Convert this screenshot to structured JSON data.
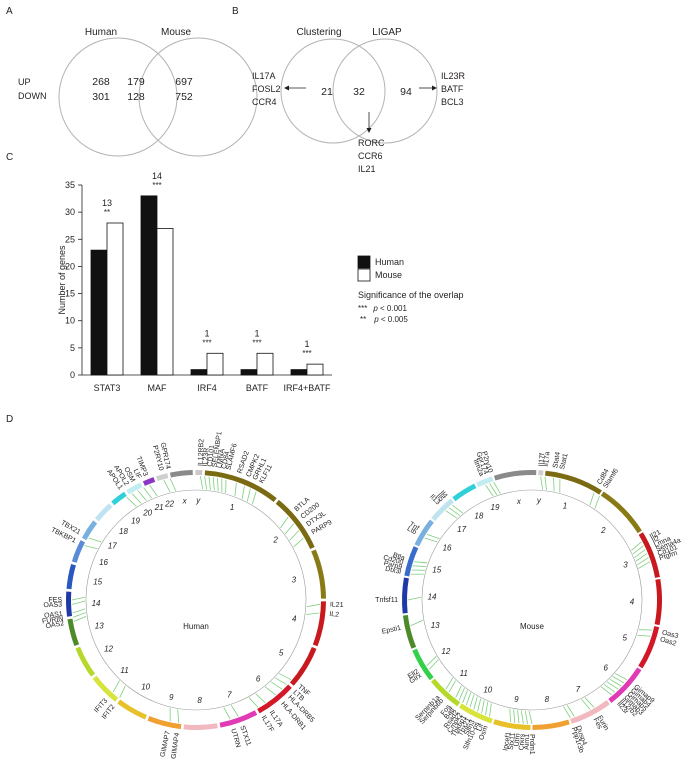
{
  "panel_labels": {
    "a": "A",
    "b": "B",
    "c": "C",
    "d": "D"
  },
  "panel_a": {
    "left_label": "Human",
    "right_label": "Mouse",
    "row_up": "UP",
    "row_down": "DOWN",
    "human_only_up": "268",
    "human_only_down": "301",
    "overlap_up": "179",
    "overlap_down": "128",
    "mouse_only_up": "697",
    "mouse_only_down": "752"
  },
  "panel_b": {
    "left_label": "Clustering",
    "right_label": "LIGAP",
    "left_count": "21",
    "overlap_count": "32",
    "right_count": "94",
    "left_genes": [
      "IL17A",
      "FOSL2",
      "CCR4"
    ],
    "right_genes": [
      "IL23R",
      "BATF",
      "BCL3"
    ],
    "bottom_genes": [
      "RORC",
      "CCR6",
      "IL21"
    ]
  },
  "chart_data": {
    "type": "bar",
    "ylabel": "Number of genes",
    "ylim": [
      0,
      35
    ],
    "yticks": [
      "0",
      "5",
      "10",
      "15",
      "20",
      "25",
      "30",
      "35"
    ],
    "categories": [
      "STAT3",
      "MAF",
      "IRF4",
      "BATF",
      "IRF4+BATF"
    ],
    "series": [
      {
        "name": "Human",
        "values": [
          23,
          33,
          1,
          1,
          1
        ],
        "color": "#111111"
      },
      {
        "name": "Mouse",
        "values": [
          28,
          27,
          4,
          4,
          2
        ],
        "color": "#ffffff"
      }
    ],
    "overlap_counts": [
      "13",
      "14",
      "1",
      "1",
      "1"
    ],
    "significance": [
      "**",
      "***",
      "***",
      "***",
      "***"
    ],
    "legend_title": "Significance of the overlap",
    "legend_sig": [
      {
        "stars": "***",
        "p": "p",
        "text": " < 0.001"
      },
      {
        "stars": "**",
        "p": "p",
        "text": " < 0.005"
      }
    ]
  },
  "panel_d": {
    "human_title": "Human",
    "mouse_title": "Mouse",
    "human_chromosomes": [
      "1",
      "2",
      "3",
      "4",
      "5",
      "6",
      "7",
      "8",
      "9",
      "10",
      "11",
      "12",
      "13",
      "14",
      "15",
      "16",
      "17",
      "18",
      "19",
      "20",
      "21",
      "22",
      "x",
      "y"
    ],
    "mouse_chromosomes": [
      "1",
      "2",
      "3",
      "4",
      "5",
      "6",
      "7",
      "8",
      "9",
      "10",
      "11",
      "12",
      "13",
      "14",
      "15",
      "16",
      "17",
      "18",
      "19",
      "x",
      "y"
    ],
    "human_genes": [
      "IL12RB2",
      "IL23R",
      "CD101",
      "SELENBP1",
      "LMNA",
      "CD84",
      "SLAMF6",
      "RSAD2",
      "CMPK2",
      "GRHL1",
      "KLF11",
      "BTLA",
      "CD200",
      "DTX3L",
      "PARP9",
      "IL21",
      "IL2",
      "TNF",
      "LTB",
      "HLA-DRB5",
      "HLA-DRB1",
      "IL17A",
      "IL17F",
      "STX11",
      "UTRN",
      "GIMAP4",
      "GIMAP7",
      "IFIT2",
      "IFIT3",
      "OAS2",
      "OAS1",
      "OAS3",
      "FURIN",
      "FES",
      "TBKBP1",
      "TBX21",
      "APOL1",
      "APOL2",
      "OSM",
      "LIF",
      "TIMP3",
      "P2RY10",
      "GPR174"
    ],
    "mouse_genes": [
      "Itm2a",
      "Gpr174",
      "P2ry10",
      "Il17f",
      "Il17a",
      "Stat4",
      "Stat1",
      "Cd84",
      "Slamf6",
      "Il21",
      "Il2",
      "Lmna",
      "Sema4a",
      "Cd101",
      "Ptgfrn",
      "Oas3",
      "Oas2",
      "Gimap9",
      "Gimap4",
      "Gimap5",
      "Gimap3",
      "Il12rb2",
      "Il23r",
      "Furin",
      "Fes",
      "Dusp4",
      "Ppp1r3b",
      "Prdm1",
      "Aim1",
      "Crkrs",
      "Utrn",
      "Stx11",
      "Ipcef1",
      "Osm",
      "Lif",
      "Slfn10-ps",
      "Slfn3",
      "Tbx21",
      "Tbkbp1",
      "Cmpk2",
      "Rsad2",
      "Batf",
      "Fos",
      "Serpinb6b",
      "Serpinb1a",
      "Glrx",
      "Ell2",
      "Epsti1",
      "Tnfsf11",
      "Dtx3l",
      "Parp9",
      "Cd200",
      "Btla",
      "Ltb",
      "Tnf",
      "Il13",
      "Il5",
      "Il4"
    ]
  }
}
